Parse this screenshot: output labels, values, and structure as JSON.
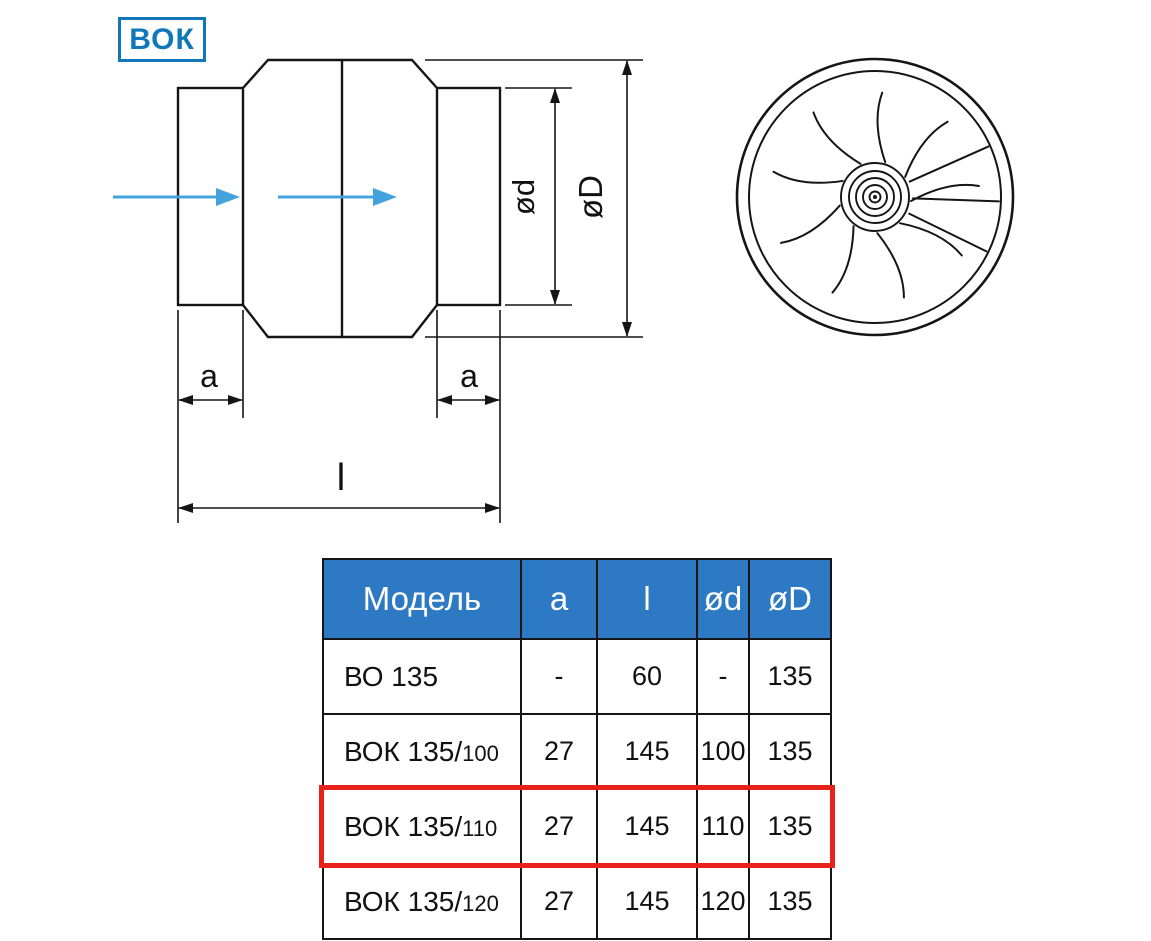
{
  "logo": {
    "label": "ВОК"
  },
  "drawing": {
    "dim_a_left": "a",
    "dim_a_right": "a",
    "dim_l": "l",
    "dim_d": "ød",
    "dim_D": "øD"
  },
  "colors": {
    "logo_blue": "#1077bb",
    "airflow_arrow_blue": "#44a3dd",
    "table_header_blue": "#2e79c3",
    "highlight_red": "#e8221a",
    "line_black": "#151515"
  },
  "table": {
    "headers": [
      "Модель",
      "a",
      "l",
      "ød",
      "øD"
    ],
    "rows": [
      {
        "model_main": "ВО 135",
        "model_sub": "",
        "a": "-",
        "l": "60",
        "d": "-",
        "D": "135"
      },
      {
        "model_main": "ВОК 135/",
        "model_sub": "100",
        "a": "27",
        "l": "145",
        "d": "100",
        "D": "135"
      },
      {
        "model_main": "ВОК 135/",
        "model_sub": "110",
        "a": "27",
        "l": "145",
        "d": "110",
        "D": "135"
      },
      {
        "model_main": "ВОК 135/",
        "model_sub": "120",
        "a": "27",
        "l": "145",
        "d": "120",
        "D": "135"
      }
    ],
    "highlight_row_index": 2
  }
}
